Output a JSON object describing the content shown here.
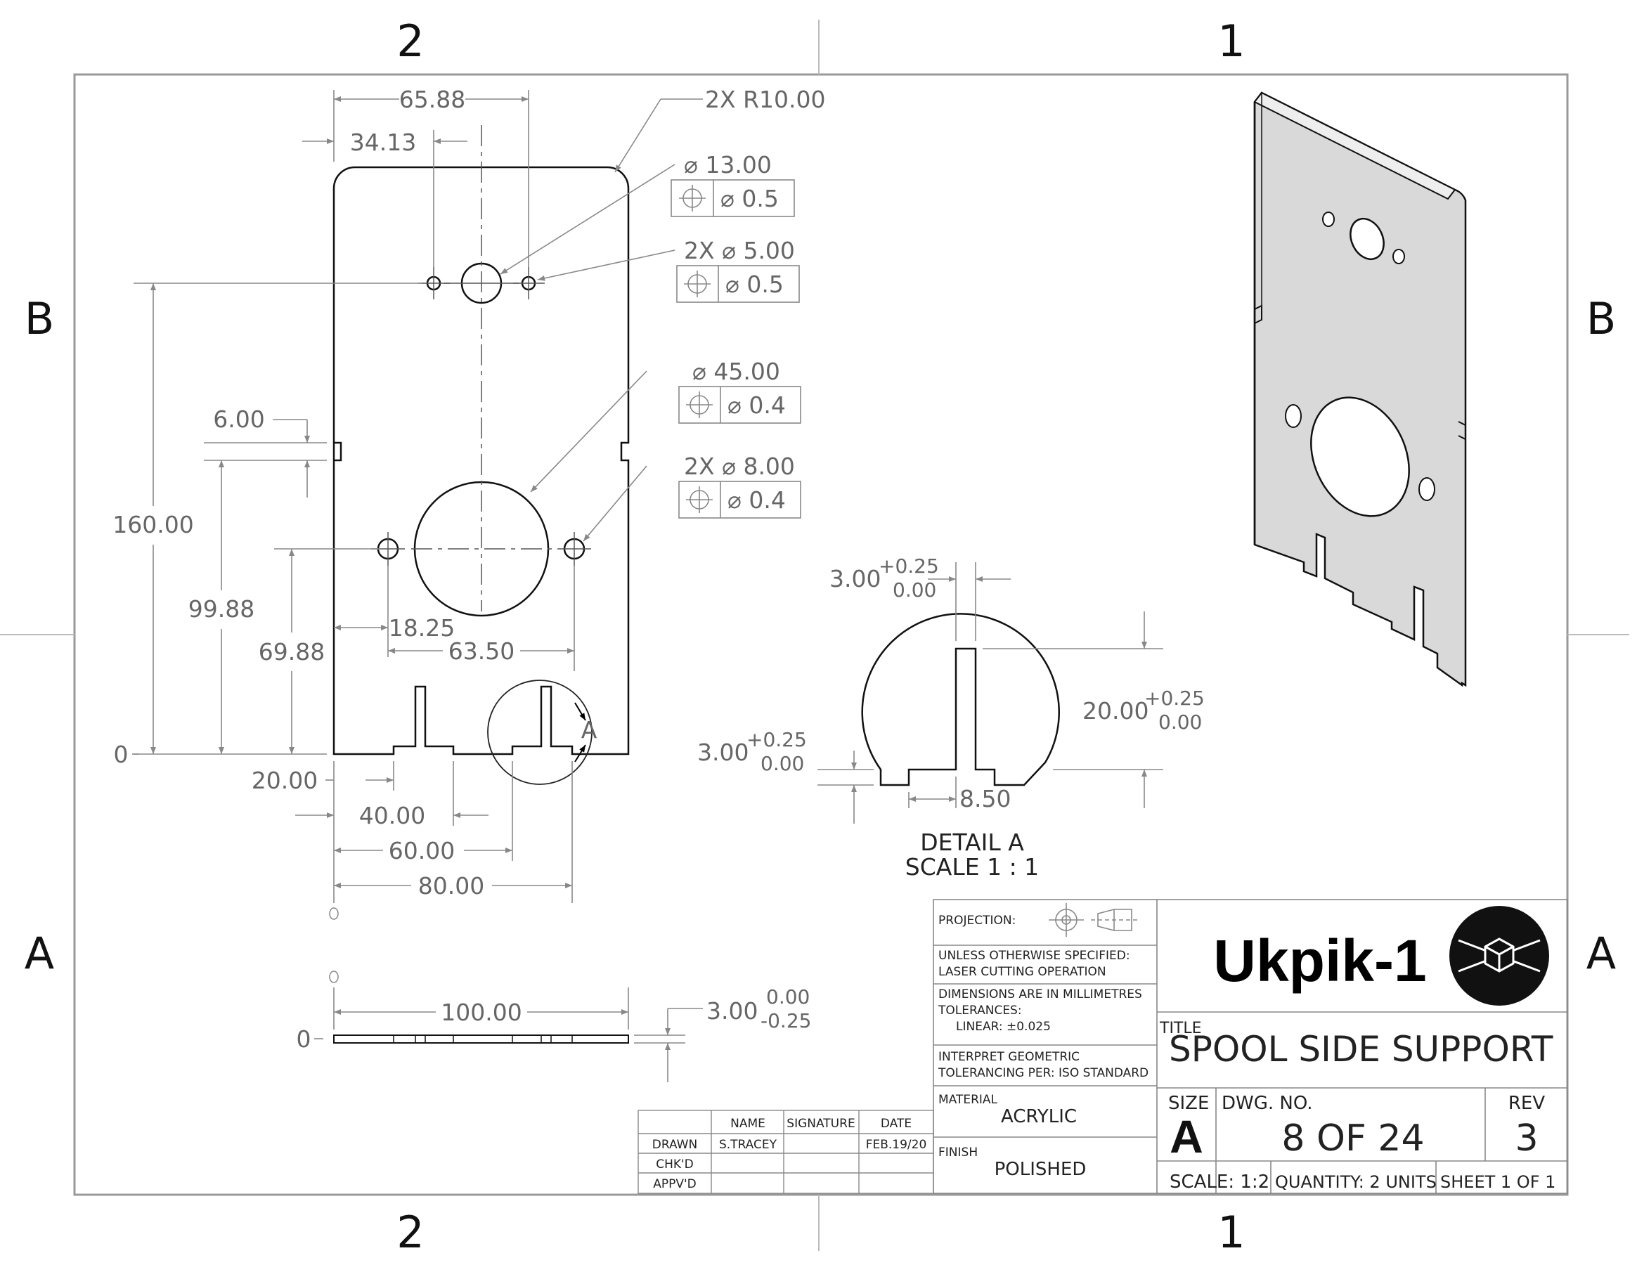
{
  "zones": {
    "top_left": "2",
    "top_right": "1",
    "bottom_left": "2",
    "bottom_right": "1",
    "left_upper": "B",
    "right_upper": "B",
    "left_lower": "A",
    "right_lower": "A"
  },
  "front_view": {
    "dims": {
      "overall_hole_span": "65.88",
      "hole_offset": "34.13",
      "height_160": "160.00",
      "notch_6": "6.00",
      "height_99": "99.88",
      "height_69": "69.88",
      "zero": "0",
      "edge_18": "18.25",
      "holes_63": "63.50",
      "slot_20": "20.00",
      "slot_40": "40.00",
      "slot_60": "60.00",
      "width_80": "80.00"
    },
    "callouts": {
      "radius": "2X R10.00",
      "hole13": "⌀ 13.00",
      "hole13_tol": "⌀ 0.5",
      "hole5": "2X  ⌀ 5.00",
      "hole5_tol": "⌀ 0.5",
      "hole45": "⌀ 45.00",
      "hole45_tol": "⌀ 0.4",
      "hole8": "2X  ⌀ 8.00",
      "hole8_tol": "⌀ 0.4"
    },
    "detail_marker": "A"
  },
  "detail_view": {
    "title": "DETAIL A",
    "scale": "SCALE 1 : 1",
    "slot_width": "3.00",
    "slot_width_tol_upper": "+0.25",
    "slot_width_tol_lower": "0.00",
    "slot_depth": "20.00",
    "slot_depth_tol_upper": "+0.25",
    "slot_depth_tol_lower": "0.00",
    "step_height": "3.00",
    "step_height_tol_upper": "+0.25",
    "step_height_tol_lower": "0.00",
    "step_width": "8.50"
  },
  "bottom_view": {
    "length": "100.00",
    "zero": "0",
    "thickness": "3.00",
    "thickness_tol_upper": "0.00",
    "thickness_tol_lower": "-0.25"
  },
  "title_block": {
    "projection_label": "PROJECTION:",
    "unless_line1": "UNLESS OTHERWISE SPECIFIED:",
    "unless_line2": "LASER CUTTING OPERATION",
    "dims_line1": "DIMENSIONS ARE IN MILLIMETRES",
    "dims_line2": "TOLERANCES:",
    "dims_line3": "LINEAR: ±0.025",
    "interpret_line1": "INTERPRET GEOMETRIC",
    "interpret_line2": "TOLERANCING PER: ISO STANDARD",
    "material_label": "MATERIAL",
    "material": "ACRYLIC",
    "finish_label": "FINISH",
    "finish": "POLISHED",
    "brand": "Ukpik-1",
    "title_label": "TITLE",
    "title": "SPOOL SIDE SUPPORT",
    "size_label": "SIZE",
    "size": "A",
    "dwg_label": "DWG.  NO.",
    "dwg_no": "8 OF 24",
    "rev_label": "REV",
    "rev": "3",
    "scale": "SCALE: 1:2",
    "quantity": "QUANTITY: 2 UNITS",
    "sheet": "SHEET 1 OF 1"
  },
  "signoff": {
    "headers": [
      "NAME",
      "SIGNATURE",
      "DATE"
    ],
    "rows": [
      {
        "role": "DRAWN",
        "name": "S.TRACEY",
        "signature": "",
        "date": "FEB.19/20"
      },
      {
        "role": "CHK'D",
        "name": "",
        "signature": "",
        "date": ""
      },
      {
        "role": "APPV'D",
        "name": "",
        "signature": "",
        "date": ""
      }
    ]
  }
}
